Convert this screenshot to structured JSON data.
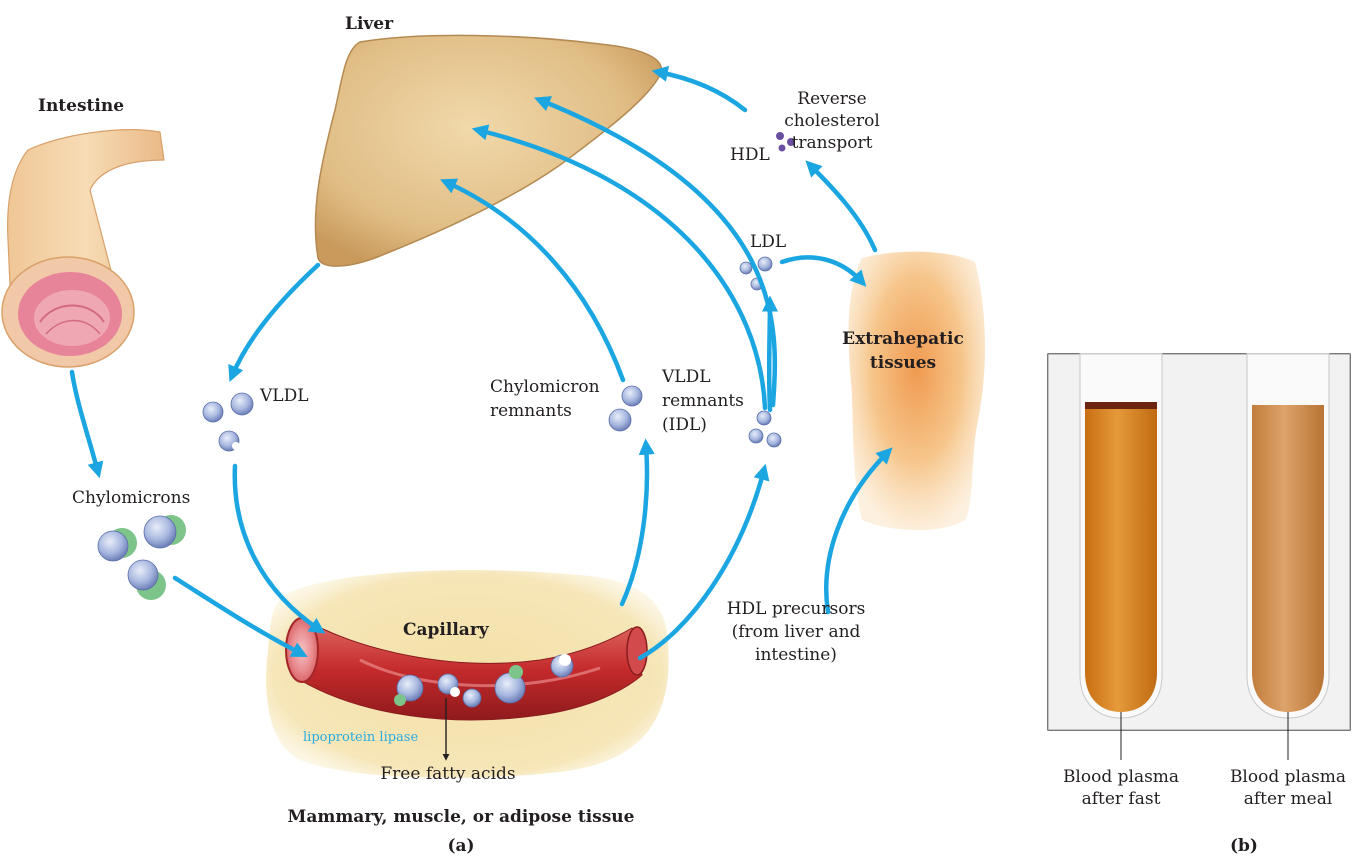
{
  "panel_a": {
    "organs": {
      "liver": "Liver",
      "intestine": "Intestine",
      "extrahepatic_line1": "Extrahepatic",
      "extrahepatic_line2": "tissues",
      "capillary": "Capillary",
      "peripheral": "Mammary, muscle, or adipose tissue"
    },
    "particles": {
      "vldl": "VLDL",
      "chylomicrons": "Chylomicrons",
      "chylomicron_remnants_line1": "Chylomicron",
      "chylomicron_remnants_line2": "remnants",
      "vldl_remnants_line1": "VLDL",
      "vldl_remnants_line2": "remnants",
      "vldl_remnants_line3": "(IDL)",
      "ldl": "LDL",
      "hdl": "HDL",
      "reverse_line1": "Reverse",
      "reverse_line2": "cholesterol",
      "reverse_line3": "transport",
      "hdl_precursors_line1": "HDL precursors",
      "hdl_precursors_line2": "(from liver and",
      "hdl_precursors_line3": "intestine)",
      "enzyme": "lipoprotein lipase",
      "free_fatty_acids": "Free fatty acids"
    },
    "caption": "(a)"
  },
  "panel_b": {
    "fast_line1": "Blood plasma",
    "fast_line2": "after fast",
    "meal_line1": "Blood plasma",
    "meal_line2": "after meal",
    "caption": "(b)"
  },
  "colors": {
    "arrow": "#1ba6e1",
    "liver": "#e3c38d",
    "vessel": "#c4292b",
    "fat_tissue": "#f3dfa8",
    "plasma_fast": "#d88a24",
    "plasma_meal": "#cf9150"
  }
}
